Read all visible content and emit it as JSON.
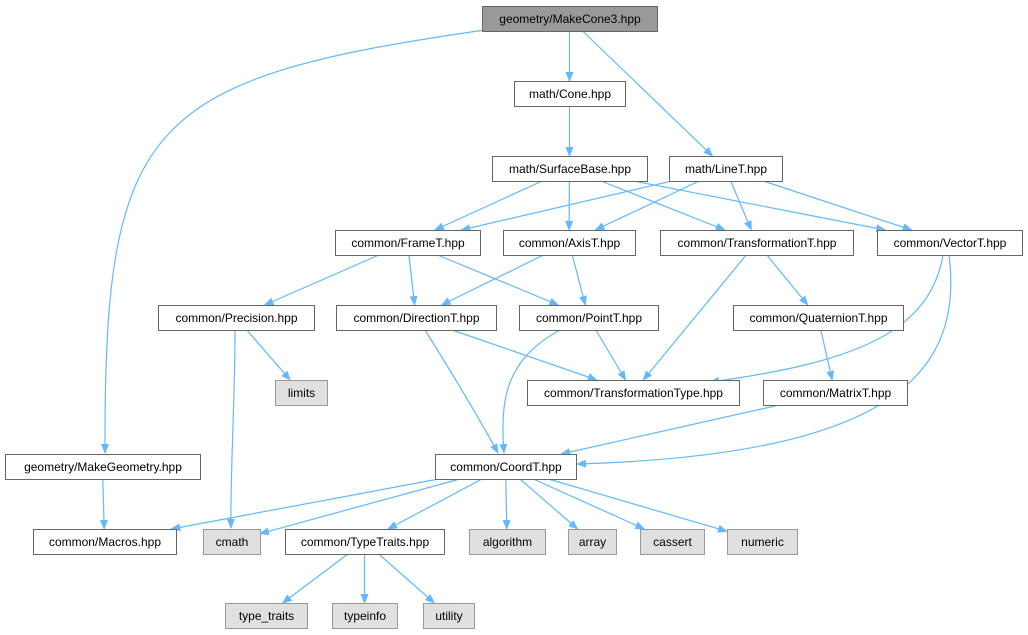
{
  "colors": {
    "edge": "#63b8ff",
    "node_border": "#666666",
    "root_fill": "#999999",
    "external_fill": "#e0e0e0",
    "external_border": "#999999"
  },
  "nodes": [
    {
      "id": "makecone3",
      "label": "geometry/MakeCone3.hpp",
      "kind": "root"
    },
    {
      "id": "cone",
      "label": "math/Cone.hpp",
      "kind": "normal"
    },
    {
      "id": "surfacebase",
      "label": "math/SurfaceBase.hpp",
      "kind": "normal"
    },
    {
      "id": "linet",
      "label": "math/LineT.hpp",
      "kind": "normal"
    },
    {
      "id": "framet",
      "label": "common/FrameT.hpp",
      "kind": "normal"
    },
    {
      "id": "axist",
      "label": "common/AxisT.hpp",
      "kind": "normal"
    },
    {
      "id": "transformationt",
      "label": "common/TransformationT.hpp",
      "kind": "normal"
    },
    {
      "id": "vectort",
      "label": "common/VectorT.hpp",
      "kind": "normal"
    },
    {
      "id": "precision",
      "label": "common/Precision.hpp",
      "kind": "normal"
    },
    {
      "id": "directiont",
      "label": "common/DirectionT.hpp",
      "kind": "normal"
    },
    {
      "id": "pointt",
      "label": "common/PointT.hpp",
      "kind": "normal"
    },
    {
      "id": "quaterniont",
      "label": "common/QuaternionT.hpp",
      "kind": "normal"
    },
    {
      "id": "limits",
      "label": "limits",
      "kind": "external"
    },
    {
      "id": "transformationtype",
      "label": "common/TransformationType.hpp",
      "kind": "normal"
    },
    {
      "id": "matrixt",
      "label": "common/MatrixT.hpp",
      "kind": "normal"
    },
    {
      "id": "makegeometry",
      "label": "geometry/MakeGeometry.hpp",
      "kind": "normal"
    },
    {
      "id": "coordt",
      "label": "common/CoordT.hpp",
      "kind": "normal"
    },
    {
      "id": "macros",
      "label": "common/Macros.hpp",
      "kind": "normal"
    },
    {
      "id": "cmath",
      "label": "cmath",
      "kind": "external"
    },
    {
      "id": "typetraits",
      "label": "common/TypeTraits.hpp",
      "kind": "normal"
    },
    {
      "id": "algorithm",
      "label": "algorithm",
      "kind": "external"
    },
    {
      "id": "array",
      "label": "array",
      "kind": "external"
    },
    {
      "id": "cassert",
      "label": "cassert",
      "kind": "external"
    },
    {
      "id": "numeric",
      "label": "numeric",
      "kind": "external"
    },
    {
      "id": "type_traits",
      "label": "type_traits",
      "kind": "external"
    },
    {
      "id": "typeinfo",
      "label": "typeinfo",
      "kind": "external"
    },
    {
      "id": "utility",
      "label": "utility",
      "kind": "external"
    }
  ],
  "edges": [
    [
      "makecone3",
      "cone"
    ],
    [
      "makecone3",
      "linet"
    ],
    [
      "makecone3",
      "makegeometry"
    ],
    [
      "cone",
      "surfacebase"
    ],
    [
      "surfacebase",
      "framet"
    ],
    [
      "surfacebase",
      "axist"
    ],
    [
      "surfacebase",
      "transformationt"
    ],
    [
      "surfacebase",
      "vectort"
    ],
    [
      "linet",
      "framet"
    ],
    [
      "linet",
      "axist"
    ],
    [
      "linet",
      "transformationt"
    ],
    [
      "linet",
      "vectort"
    ],
    [
      "framet",
      "precision"
    ],
    [
      "framet",
      "directiont"
    ],
    [
      "framet",
      "pointt"
    ],
    [
      "axist",
      "directiont"
    ],
    [
      "axist",
      "pointt"
    ],
    [
      "transformationt",
      "quaterniont"
    ],
    [
      "transformationt",
      "transformationtype"
    ],
    [
      "vectort",
      "transformationtype"
    ],
    [
      "vectort",
      "coordt"
    ],
    [
      "precision",
      "limits"
    ],
    [
      "precision",
      "cmath"
    ],
    [
      "directiont",
      "transformationtype"
    ],
    [
      "directiont",
      "coordt"
    ],
    [
      "pointt",
      "transformationtype"
    ],
    [
      "pointt",
      "coordt"
    ],
    [
      "quaterniont",
      "matrixt"
    ],
    [
      "matrixt",
      "coordt"
    ],
    [
      "makegeometry",
      "macros"
    ],
    [
      "coordt",
      "macros"
    ],
    [
      "coordt",
      "cmath"
    ],
    [
      "coordt",
      "typetraits"
    ],
    [
      "coordt",
      "algorithm"
    ],
    [
      "coordt",
      "array"
    ],
    [
      "coordt",
      "cassert"
    ],
    [
      "coordt",
      "numeric"
    ],
    [
      "typetraits",
      "type_traits"
    ],
    [
      "typetraits",
      "typeinfo"
    ],
    [
      "typetraits",
      "utility"
    ]
  ]
}
